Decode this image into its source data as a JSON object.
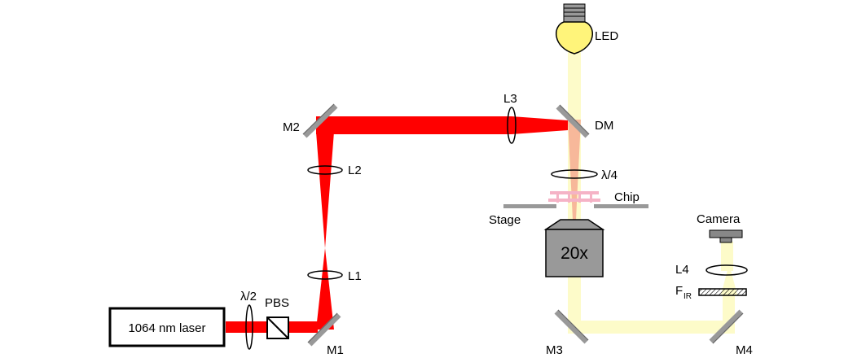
{
  "labels": {
    "laser": "1064 nm laser",
    "half_wave_plate": "λ/2",
    "pbs": "PBS",
    "m1": "M1",
    "m2": "M2",
    "m3": "M3",
    "m4": "M4",
    "l1": "L1",
    "l2": "L2",
    "l3": "L3",
    "l4": "L4",
    "dm": "DM",
    "led": "LED",
    "quarter_wave_plate": "λ/4",
    "chip": "Chip",
    "stage": "Stage",
    "objective": "20x",
    "camera": "Camera",
    "filter_main": "F",
    "filter_sub": "IR"
  },
  "colors": {
    "laser_beam": "#ff0000",
    "led_light": "#fdfbc9",
    "mixed_beam": "#f7b89a",
    "mirror": "#999999",
    "objective": "#999999",
    "led_bulb": "#fff47a",
    "chip": "#f5b3c6"
  },
  "icons": [
    "led-bulb-icon",
    "camera-icon"
  ]
}
